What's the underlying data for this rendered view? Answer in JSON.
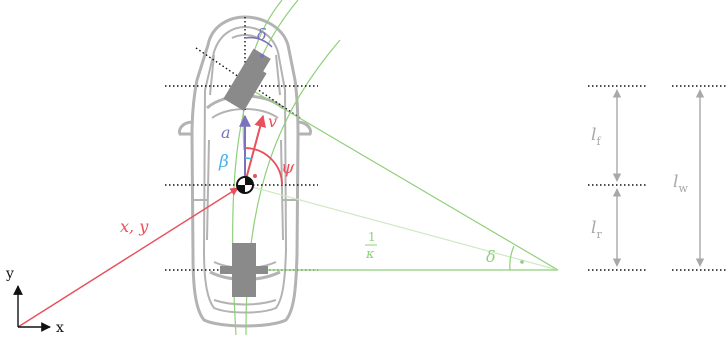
{
  "colors": {
    "vehicle": "#b3b3b3",
    "vehicle_dark": "#8f8f8f",
    "wheel": "#8a8a8a",
    "green": "#8fcf7a",
    "green_light": "#cfe9c4",
    "red": "#e8505b",
    "purple": "#7b72bf",
    "cyan": "#47b3e6",
    "gray_label": "#a8a8a8",
    "black": "#111111"
  },
  "labels": {
    "delta_top": "δ",
    "a": "a",
    "v": "v",
    "beta": "β",
    "psi": "ψ",
    "xy": "x, y",
    "one": "1",
    "kappa": "κ",
    "delta_bottom": "δ",
    "axis_y": "y",
    "axis_x": "x",
    "l_main": "l",
    "sub_f": "f",
    "sub_r": "r",
    "sub_w": "w"
  },
  "icons": [
    "center-of-gravity-icon",
    "axis-arrow-icon"
  ]
}
